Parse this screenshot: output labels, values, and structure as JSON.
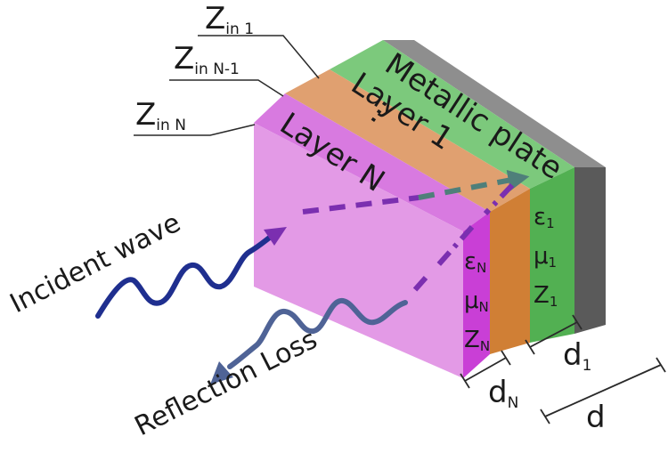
{
  "diagram": {
    "zin_labels": [
      {
        "main": "Z",
        "sub": "in 1"
      },
      {
        "main": "Z",
        "sub": "in N-1"
      },
      {
        "main": "Z",
        "sub": "in N"
      }
    ],
    "layers": {
      "plate": "Metallic plate",
      "layer1": "Layer 1",
      "layerN": "Layer N",
      "dots": "..."
    },
    "props_layer1": [
      {
        "main": "ε",
        "sub": "1"
      },
      {
        "main": "μ",
        "sub": "1"
      },
      {
        "main": "Z",
        "sub": "1"
      }
    ],
    "props_layerN": [
      {
        "main": "ε",
        "sub": "N"
      },
      {
        "main": "μ",
        "sub": "N"
      },
      {
        "main": "Z",
        "sub": "N"
      }
    ],
    "dims": {
      "d1_main": "d",
      "d1_sub": "1",
      "dN_main": "d",
      "dN_sub": "N",
      "d_total": "d"
    },
    "incident_label": "Incident wave",
    "reflection_label": "Reflection Loss",
    "colors": {
      "plate": "#8e8e8e",
      "plate_side": "#5a5a5a",
      "layer1": "#7cc97c",
      "layer1_side": "#52b052",
      "middle": "#e0a070",
      "middle_side": "#d07f35",
      "layerN_top": "#d87ae0",
      "layerN_front": "#e39ae6",
      "layerN_side": "#c93fd6",
      "incident": "#1f2f8f",
      "reflected": "#4f6396",
      "path": "#7b2fb0"
    }
  }
}
